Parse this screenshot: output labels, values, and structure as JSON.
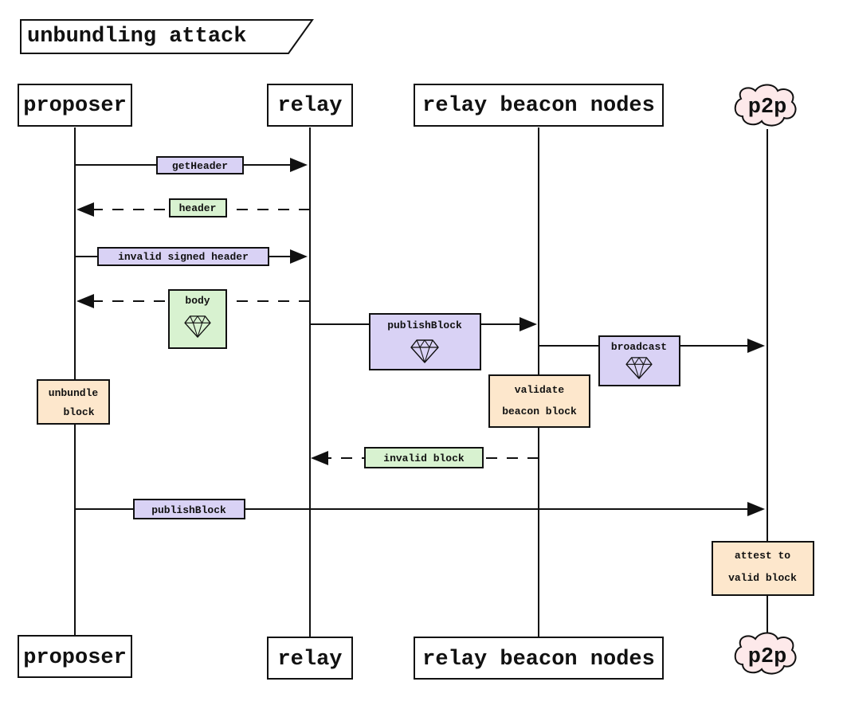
{
  "title": "unbundling attack",
  "actors": [
    {
      "id": "proposer",
      "label": "proposer"
    },
    {
      "id": "relay",
      "label": "relay"
    },
    {
      "id": "rbn",
      "label": "relay beacon nodes"
    },
    {
      "id": "p2p",
      "label": "p2p"
    }
  ],
  "messages": [
    {
      "id": "getheader",
      "label": "getHeader",
      "from": "proposer",
      "to": "relay",
      "style": "solid",
      "kind": "request"
    },
    {
      "id": "header",
      "label": "header",
      "from": "relay",
      "to": "proposer",
      "style": "dashed",
      "kind": "response"
    },
    {
      "id": "invalid-signed-header",
      "label": "invalid signed header",
      "from": "proposer",
      "to": "relay",
      "style": "solid",
      "kind": "request"
    },
    {
      "id": "body",
      "label": "body",
      "from": "relay",
      "to": "proposer",
      "style": "dashed",
      "kind": "response",
      "icon": "gem-icon"
    },
    {
      "id": "publishblock-relay",
      "label": "publishBlock",
      "from": "relay",
      "to": "rbn",
      "style": "solid",
      "kind": "request",
      "icon": "gem-icon"
    },
    {
      "id": "broadcast",
      "label": "broadcast",
      "from": "rbn",
      "to": "p2p",
      "style": "solid",
      "kind": "request",
      "icon": "gem-icon"
    },
    {
      "id": "invalid-block",
      "label": "invalid block",
      "from": "rbn",
      "to": "relay",
      "style": "dashed",
      "kind": "response"
    },
    {
      "id": "publishblock-proposer",
      "label": "publishBlock",
      "from": "proposer",
      "to": "p2p",
      "style": "solid",
      "kind": "request"
    }
  ],
  "notes": [
    {
      "id": "unbundle-block",
      "actor": "proposer",
      "lines": [
        "unbundle",
        "block"
      ]
    },
    {
      "id": "validate-beacon-block",
      "actor": "rbn",
      "lines": [
        "validate",
        "beacon block"
      ]
    },
    {
      "id": "attest-valid-block",
      "actor": "p2p",
      "lines": [
        "attest to",
        "valid block"
      ]
    }
  ],
  "colors": {
    "request": "#d9d2f5",
    "response": "#d8f2d0",
    "note": "#fde7cc",
    "cloud": "#fde9ea",
    "stroke": "#111111"
  }
}
